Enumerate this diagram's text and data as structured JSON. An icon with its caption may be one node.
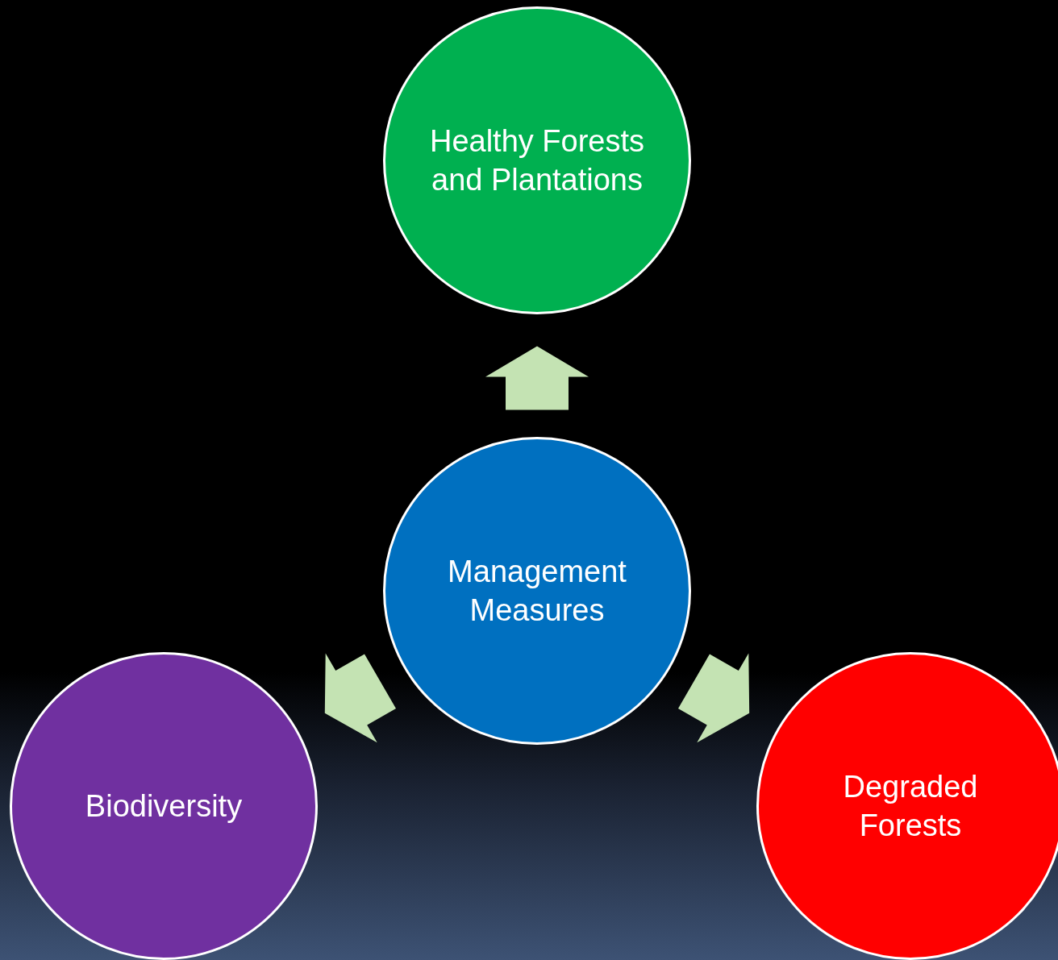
{
  "diagram": {
    "nodes": [
      {
        "text": [
          "Healthy Forests and Plantations"
        ]
      },
      {
        "text": [
          "Management Measures"
        ]
      },
      {
        "text": [
          "Biodiversity"
        ]
      },
      {
        "text": [
          "Degraded Forests"
        ]
      }
    ],
    "edges": [
      {
        "from": 1,
        "to": 0,
        "arrow": "to"
      },
      {
        "from": 1,
        "to": 2,
        "arrow": "to"
      },
      {
        "from": 1,
        "to": 3,
        "arrow": "to"
      }
    ]
  }
}
